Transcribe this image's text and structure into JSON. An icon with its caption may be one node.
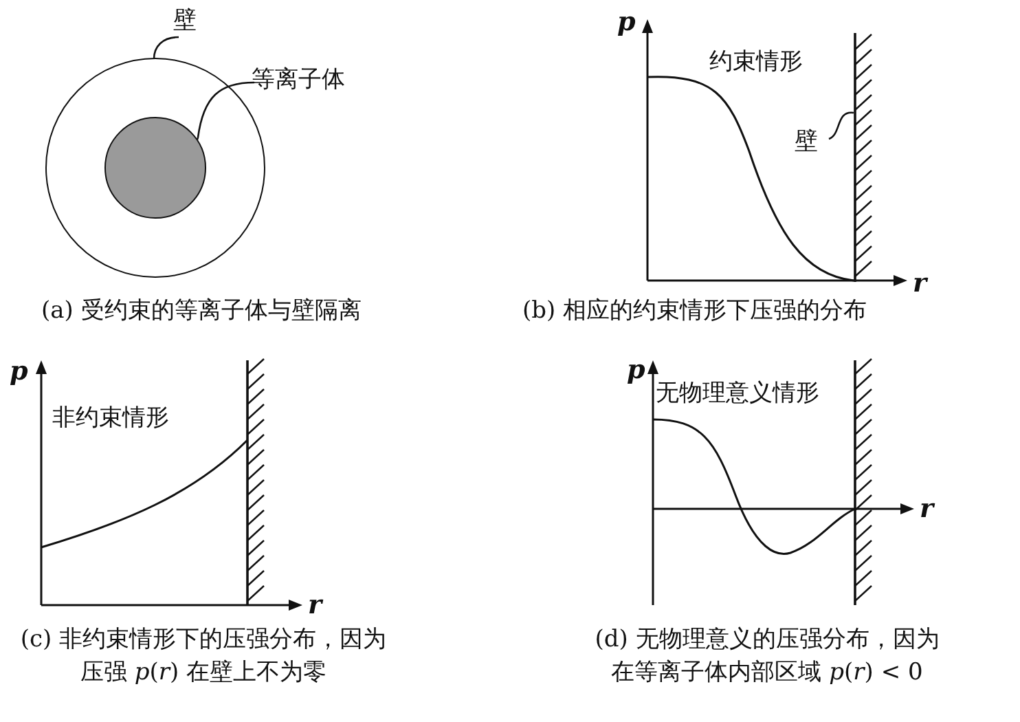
{
  "diagram": {
    "nodes": [
      {
        "text": [],
        "shape": "circle"
      },
      {
        "text": [],
        "shape": "circle",
        "in": 0
      },
      {
        "text": [
          "壁"
        ]
      },
      {
        "text": [
          "等离子体"
        ]
      },
      {
        "text": [
          "壁"
        ]
      },
      {
        "text": [],
        "shape": "bar"
      }
    ],
    "edges": [
      {
        "from": 2,
        "to": 0,
        "arrow": "none"
      },
      {
        "from": 3,
        "to": 1,
        "arrow": "none"
      },
      {
        "from": 4,
        "to": 5,
        "arrow": "none"
      }
    ],
    "labels": [
      "(a) 受约束的等离子体与壁隔离",
      "p",
      "约束情形",
      "r",
      "(b) 相应的约束情形下压强的分布",
      "p",
      "非约束情形",
      "r",
      "(c) 非约束情形下的压强分布，因为压强 *p*(*r*) 在壁上不为零",
      "p",
      "无物理意义情形",
      "r",
      "(d) 无物理意义的压强分布，因为在等离子体内部区域 *p*(*r*) < 0"
    ]
  }
}
